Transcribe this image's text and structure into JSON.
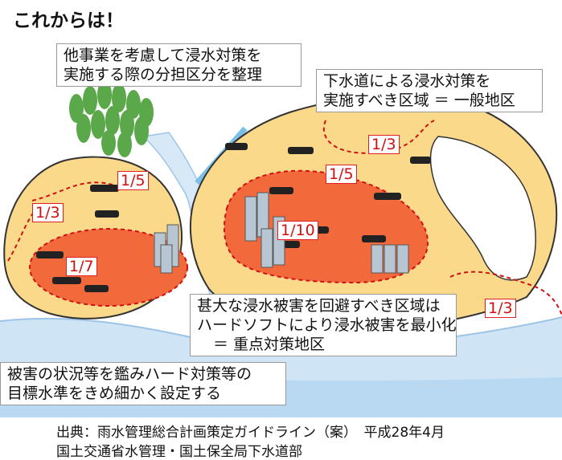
{
  "title": "これからは！",
  "callouts": {
    "shared": [
      "他事業を考慮して浸水対策を",
      "実施する際の分担区分を整理"
    ],
    "general": [
      "下水道による浸水対策を",
      "実施すべき区域 ＝ 一般地区"
    ],
    "priority": [
      "甚大な浸水被害を回避すべき区域は",
      "ハードソフトにより浸水被害を最小化",
      "＝ 重点対策地区"
    ],
    "target": [
      "被害の状況等を鑑みハード対策等の",
      "目標水準をきめ細かく設定する"
    ]
  },
  "ratios": {
    "left_upper": "1/5",
    "left_side": "1/3",
    "left_core": "1/7",
    "right_top": "1/3",
    "right_mid": "1/5",
    "right_core": "1/10",
    "right_bottom": "1/3"
  },
  "source": {
    "line1": "出典：雨水管理総合計画策定ガイドライン（案）　平成28年4月",
    "line2": "国土交通省水管理・国土保全局下水道部"
  },
  "colors": {
    "zone_general": "#fbd98a",
    "zone_priority": "#f26a3c",
    "water": "#cfe4f4",
    "water_edge": "#9cc4e6",
    "ratio_border": "#e02020",
    "trees": "#5aa84a"
  }
}
